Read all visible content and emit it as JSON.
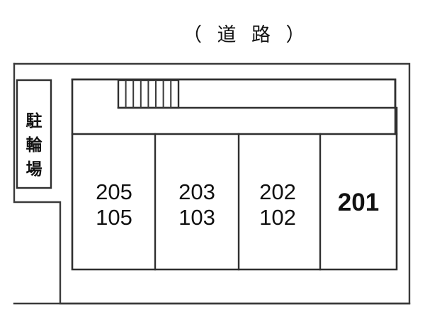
{
  "diagram": {
    "title": "（ 道 路 ）",
    "title_plain": "( 道 路 )"
  },
  "bicycle_parking": {
    "label": "駐輪場",
    "chars": [
      "駐",
      "輪",
      "場"
    ]
  },
  "stairs": {
    "name": "staircase",
    "step_count": 8
  },
  "units": [
    {
      "id": "unit-205-105",
      "lines": [
        "205",
        "105"
      ],
      "upper": "205",
      "lower": "105"
    },
    {
      "id": "unit-203-103",
      "lines": [
        "203",
        "103"
      ],
      "upper": "203",
      "lower": "103"
    },
    {
      "id": "unit-202-102",
      "lines": [
        "202",
        "102"
      ],
      "upper": "202",
      "lower": "102"
    },
    {
      "id": "unit-201",
      "lines": [
        "201"
      ],
      "upper": "201",
      "lower": ""
    }
  ],
  "colors": {
    "background": "#ffffff",
    "line": "#2f2f2f",
    "outer_line": "#3a3a3a",
    "text": "#111111"
  }
}
